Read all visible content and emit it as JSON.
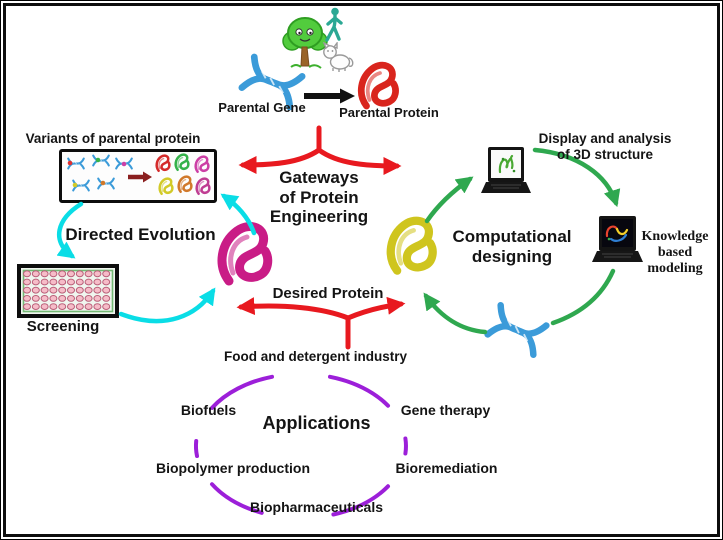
{
  "top": {
    "parental_gene_label": "Parental Gene",
    "parental_protein_label": "Parental Protein"
  },
  "gateway": {
    "label": "Gateways\nof Protein\nEngineering"
  },
  "directed_evolution": {
    "title": "Directed Evolution",
    "variants_label": "Variants of parental protein",
    "screening_label": "Screening"
  },
  "computational": {
    "title": "Computational\ndesigning",
    "display_label": "Display and analysis\nof 3D structure",
    "knowledge_label": "Knowledge\nbased\nmodeling"
  },
  "desired_protein_label": "Desired Protein",
  "applications": {
    "title": "Applications",
    "items": [
      "Food and detergent industry",
      "Biofuels",
      "Gene therapy",
      "Biopolymer production",
      "Bioremediation",
      "Biopharmaceuticals"
    ]
  },
  "icons": [
    "tree-icon",
    "human-icon",
    "animal-icon",
    "parental-gene-dna-icon",
    "parental-protein-icon",
    "variants-box-icon",
    "microplate-icon",
    "desired-protein-icon",
    "computational-protein-icon",
    "display-laptop-icon",
    "modeling-laptop-icon",
    "cycle-dna-icon"
  ],
  "colors": {
    "red_arrow": "#E8191F",
    "cyan_cycle": "#0ADDE6",
    "green_cycle": "#2FA84F",
    "purple_circle": "#9C1FD9",
    "dna_blue": "#3B9BD9",
    "parental_protein_red": "#D9251D",
    "desired_protein_pink": "#C91C86",
    "computational_protein_yellow": "#CFC51E",
    "frame_black": "#0d0d0d"
  }
}
